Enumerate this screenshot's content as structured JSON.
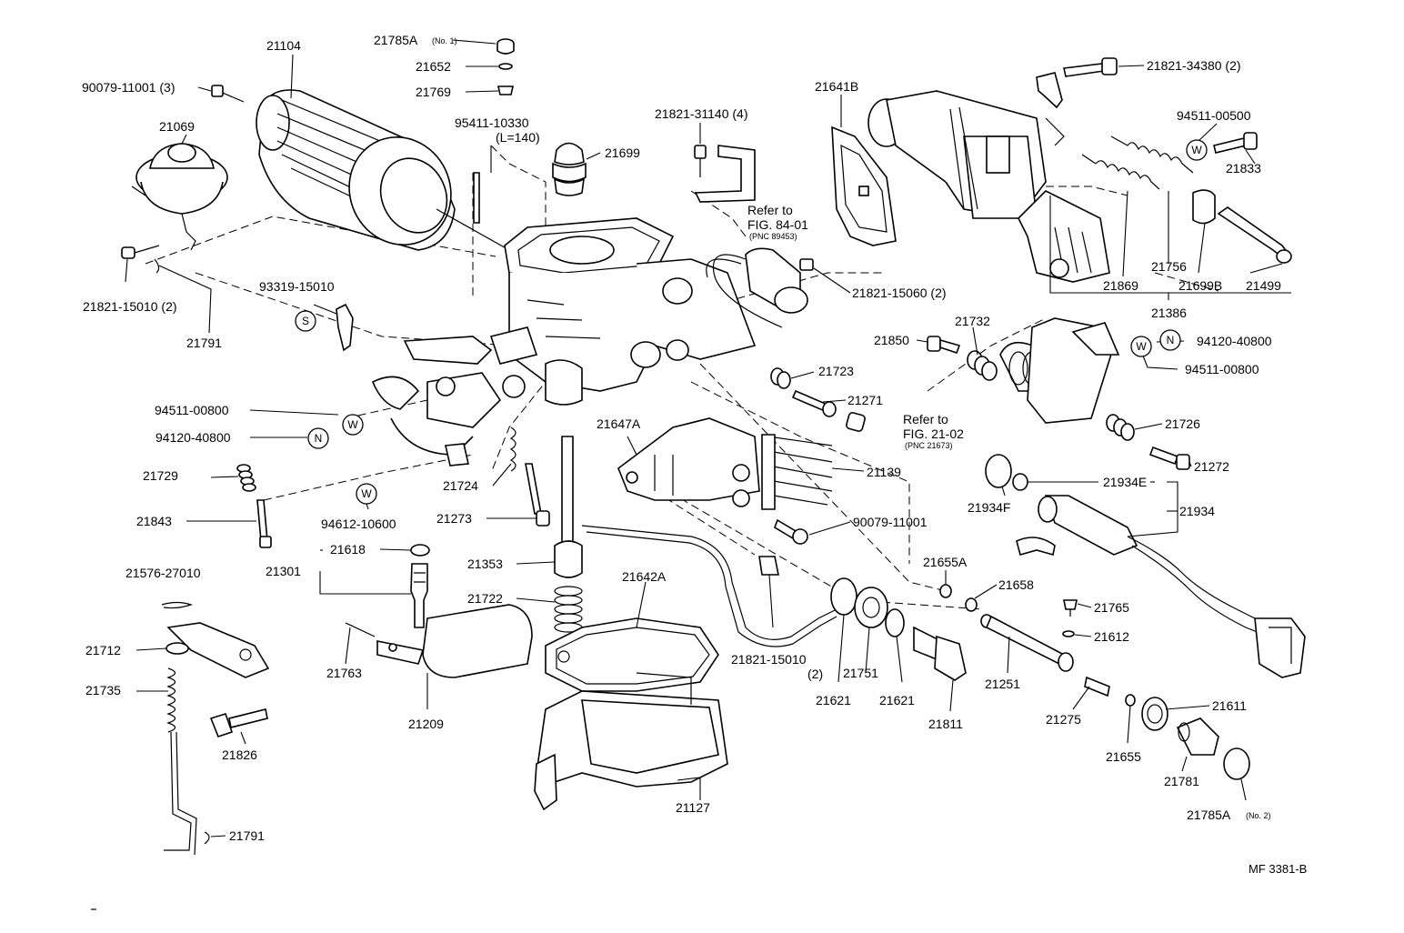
{
  "diagram": {
    "footer_code": "MF 3381-B",
    "refer_text_1": {
      "line1": "Refer to",
      "line2": "FIG. 84-01",
      "line3": "(PNC 89453)"
    },
    "refer_text_2": {
      "line1": "Refer to",
      "line2": "FIG. 21-02",
      "line3": "(PNC 21673)"
    },
    "washer_symbols": {
      "w": "W",
      "n": "N",
      "s": "S"
    },
    "labels": [
      {
        "key": "l21785A1",
        "text": "21785A",
        "sub": "(No. 1)"
      },
      {
        "key": "l21652",
        "text": "21652"
      },
      {
        "key": "l21769",
        "text": "21769"
      },
      {
        "key": "l21104",
        "text": "21104"
      },
      {
        "key": "l90079a",
        "text": "90079-11001 (3)"
      },
      {
        "key": "l21069",
        "text": "21069"
      },
      {
        "key": "l95411",
        "text": "95411-10330"
      },
      {
        "key": "l95411b",
        "text": "(L=140)"
      },
      {
        "key": "l21699",
        "text": "21699"
      },
      {
        "key": "l21821_31140",
        "text": "21821-31140 (4)"
      },
      {
        "key": "l21641B",
        "text": "21641B"
      },
      {
        "key": "l21821_34380",
        "text": "21821-34380 (2)"
      },
      {
        "key": "l94511_00500",
        "text": "94511-00500"
      },
      {
        "key": "l21833",
        "text": "21833"
      },
      {
        "key": "l21821_15010a",
        "text": "21821-15010 (2)"
      },
      {
        "key": "l21791a",
        "text": "21791"
      },
      {
        "key": "l93319",
        "text": "93319-15010"
      },
      {
        "key": "l21821_15060",
        "text": "21821-15060 (2)"
      },
      {
        "key": "l21756",
        "text": "21756"
      },
      {
        "key": "l21869",
        "text": "21869"
      },
      {
        "key": "l21699B",
        "text": "21699B"
      },
      {
        "key": "l21499",
        "text": "21499"
      },
      {
        "key": "l21386",
        "text": "21386"
      },
      {
        "key": "l21850",
        "text": "21850"
      },
      {
        "key": "l21732",
        "text": "21732"
      },
      {
        "key": "l94120a",
        "text": "94120-40800"
      },
      {
        "key": "l94511_00800b",
        "text": "94511-00800"
      },
      {
        "key": "l21723",
        "text": "21723"
      },
      {
        "key": "l21271",
        "text": "21271"
      },
      {
        "key": "l94511_00800a",
        "text": "94511-00800"
      },
      {
        "key": "l94120b",
        "text": "94120-40800"
      },
      {
        "key": "l21647A",
        "text": "21647A"
      },
      {
        "key": "l21726",
        "text": "21726"
      },
      {
        "key": "l21272",
        "text": "21272"
      },
      {
        "key": "l21729",
        "text": "21729"
      },
      {
        "key": "l21724",
        "text": "21724"
      },
      {
        "key": "l21139",
        "text": "21139"
      },
      {
        "key": "l21934E",
        "text": "21934E"
      },
      {
        "key": "l21934",
        "text": "21934"
      },
      {
        "key": "l21934F",
        "text": "21934F"
      },
      {
        "key": "l21843",
        "text": "21843"
      },
      {
        "key": "l94612",
        "text": "94612-10600"
      },
      {
        "key": "l21273",
        "text": "21273"
      },
      {
        "key": "l90079b",
        "text": "90079-11001"
      },
      {
        "key": "l21618",
        "text": "21618"
      },
      {
        "key": "l21301",
        "text": "21301"
      },
      {
        "key": "l21353",
        "text": "21353"
      },
      {
        "key": "l21655A",
        "text": "21655A"
      },
      {
        "key": "l21576",
        "text": "21576-27010"
      },
      {
        "key": "l21642A",
        "text": "21642A"
      },
      {
        "key": "l21658",
        "text": "21658"
      },
      {
        "key": "l21722",
        "text": "21722"
      },
      {
        "key": "l21765",
        "text": "21765"
      },
      {
        "key": "l21612",
        "text": "21612"
      },
      {
        "key": "l21712",
        "text": "21712"
      },
      {
        "key": "l21763",
        "text": "21763"
      },
      {
        "key": "l21821_15010b",
        "text": "21821-15010"
      },
      {
        "key": "l21821_15010b2",
        "text": "(2)"
      },
      {
        "key": "l21751",
        "text": "21751"
      },
      {
        "key": "l21251",
        "text": "21251"
      },
      {
        "key": "l21735",
        "text": "21735"
      },
      {
        "key": "l21621a",
        "text": "21621"
      },
      {
        "key": "l21621b",
        "text": "21621"
      },
      {
        "key": "l21275",
        "text": "21275"
      },
      {
        "key": "l21611",
        "text": "21611"
      },
      {
        "key": "l21209",
        "text": "21209"
      },
      {
        "key": "l21811",
        "text": "21811"
      },
      {
        "key": "l21655",
        "text": "21655"
      },
      {
        "key": "l21826",
        "text": "21826"
      },
      {
        "key": "l21781",
        "text": "21781"
      },
      {
        "key": "l21127",
        "text": "21127"
      },
      {
        "key": "l21785A2",
        "text": "21785A",
        "sub": "(No. 2)"
      },
      {
        "key": "l21791b",
        "text": "21791"
      }
    ]
  }
}
